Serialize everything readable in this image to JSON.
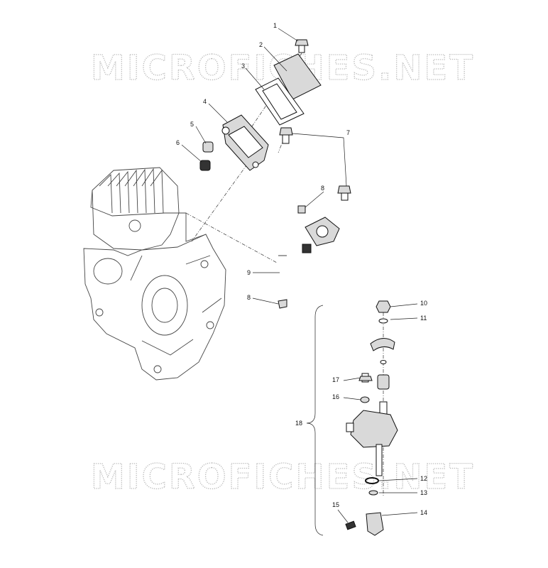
{
  "watermark": "MICROFICHES.NET",
  "callouts": {
    "c1": "1",
    "c2": "2",
    "c3": "3",
    "c4": "4",
    "c5": "5",
    "c6": "6",
    "c7": "7",
    "c8a": "8",
    "c8b": "8",
    "c9": "9",
    "c10": "10",
    "c11": "11",
    "c12": "12",
    "c13": "13",
    "c14": "14",
    "c15": "15",
    "c16": "16",
    "c17": "17",
    "c18": "18"
  },
  "icons": {
    "engine": "engine-block-icon",
    "cover": "cover-plate-icon",
    "pump": "oil-pump-icon"
  }
}
